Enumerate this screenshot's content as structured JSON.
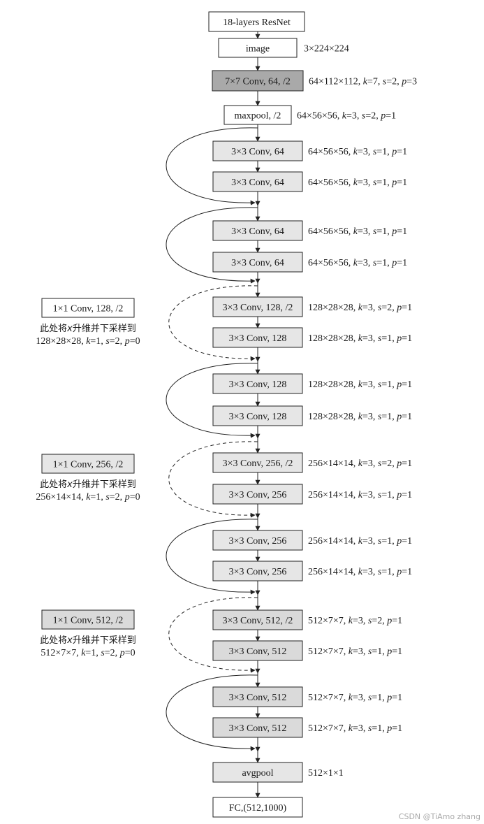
{
  "title": "18-layers ResNet",
  "colors": {
    "box_white": "#ffffff",
    "box_light": "#e6e6e6",
    "box_mid": "#dadada",
    "box_dark": "#a9a9a9",
    "stroke": "#222222",
    "watermark": "#a8a8a8"
  },
  "layers": [
    {
      "id": "image",
      "label": "image",
      "annotation": "3×224×224",
      "fill": "white"
    },
    {
      "id": "conv1",
      "label": "7×7 Conv, 64, /2",
      "annotation": "64×112×112, k=7, s=2, p=3",
      "fill": "dark"
    },
    {
      "id": "maxpool",
      "label": "maxpool, /2",
      "annotation": "64×56×56, k=3, s=2, p=1",
      "fill": "white"
    },
    {
      "id": "conv2_1a",
      "label": "3×3 Conv, 64",
      "annotation": "64×56×56, k=3, s=1, p=1",
      "fill": "light"
    },
    {
      "id": "conv2_1b",
      "label": "3×3 Conv, 64",
      "annotation": "64×56×56, k=3, s=1, p=1",
      "fill": "light"
    },
    {
      "id": "conv2_2a",
      "label": "3×3 Conv, 64",
      "annotation": "64×56×56, k=3, s=1, p=1",
      "fill": "light"
    },
    {
      "id": "conv2_2b",
      "label": "3×3 Conv, 64",
      "annotation": "64×56×56, k=3, s=1, p=1",
      "fill": "light"
    },
    {
      "id": "conv3_1a",
      "label": "3×3 Conv, 128, /2",
      "annotation": "128×28×28, k=3, s=2, p=1",
      "fill": "light"
    },
    {
      "id": "conv3_1b",
      "label": "3×3 Conv, 128",
      "annotation": "128×28×28, k=3, s=1, p=1",
      "fill": "light"
    },
    {
      "id": "conv3_2a",
      "label": "3×3 Conv, 128",
      "annotation": "128×28×28, k=3, s=1, p=1",
      "fill": "light"
    },
    {
      "id": "conv3_2b",
      "label": "3×3 Conv, 128",
      "annotation": "128×28×28, k=3, s=1, p=1",
      "fill": "light"
    },
    {
      "id": "conv4_1a",
      "label": "3×3 Conv, 256, /2",
      "annotation": "256×14×14, k=3, s=2, p=1",
      "fill": "light"
    },
    {
      "id": "conv4_1b",
      "label": "3×3 Conv, 256",
      "annotation": "256×14×14, k=3, s=1, p=1",
      "fill": "light"
    },
    {
      "id": "conv4_2a",
      "label": "3×3 Conv, 256",
      "annotation": "256×14×14, k=3, s=1, p=1",
      "fill": "light"
    },
    {
      "id": "conv4_2b",
      "label": "3×3 Conv, 256",
      "annotation": "256×14×14, k=3, s=1, p=1",
      "fill": "light"
    },
    {
      "id": "conv5_1a",
      "label": "3×3 Conv, 512, /2",
      "annotation": "512×7×7, k=3, s=2, p=1",
      "fill": "mid"
    },
    {
      "id": "conv5_1b",
      "label": "3×3 Conv, 512",
      "annotation": "512×7×7, k=3, s=1, p=1",
      "fill": "mid"
    },
    {
      "id": "conv5_2a",
      "label": "3×3 Conv, 512",
      "annotation": "512×7×7, k=3, s=1, p=1",
      "fill": "mid"
    },
    {
      "id": "conv5_2b",
      "label": "3×3 Conv, 512",
      "annotation": "512×7×7, k=3, s=1, p=1",
      "fill": "mid"
    },
    {
      "id": "avgpool",
      "label": "avgpool",
      "annotation": "512×1×1",
      "fill": "light"
    },
    {
      "id": "fc",
      "label": "FC,(512,1000)",
      "annotation": "",
      "fill": "white"
    }
  ],
  "shortcuts": [
    {
      "name": "stage2-block1",
      "style": "identity"
    },
    {
      "name": "stage2-block2",
      "style": "identity"
    },
    {
      "name": "stage3-block1",
      "style": "projection",
      "box_label": "1×1 Conv, 128, /2",
      "box_fill": "white",
      "note_line1": "此处将x升维并下采样到",
      "note_line2": "128×28×28, k=1, s=2, p=0"
    },
    {
      "name": "stage3-block2",
      "style": "identity"
    },
    {
      "name": "stage4-block1",
      "style": "projection",
      "box_label": "1×1 Conv, 256, /2",
      "box_fill": "light",
      "note_line1": "此处将x升维并下采样到",
      "note_line2": "256×14×14, k=1, s=2, p=0"
    },
    {
      "name": "stage4-block2",
      "style": "identity"
    },
    {
      "name": "stage5-block1",
      "style": "projection",
      "box_label": "1×1 Conv, 512, /2",
      "box_fill": "mid",
      "note_line1": "此处将x升维并下采样到",
      "note_line2": "512×7×7, k=1, s=2, p=0"
    },
    {
      "name": "stage5-block2",
      "style": "identity"
    }
  ],
  "watermark": "CSDN @TiAmo zhang"
}
